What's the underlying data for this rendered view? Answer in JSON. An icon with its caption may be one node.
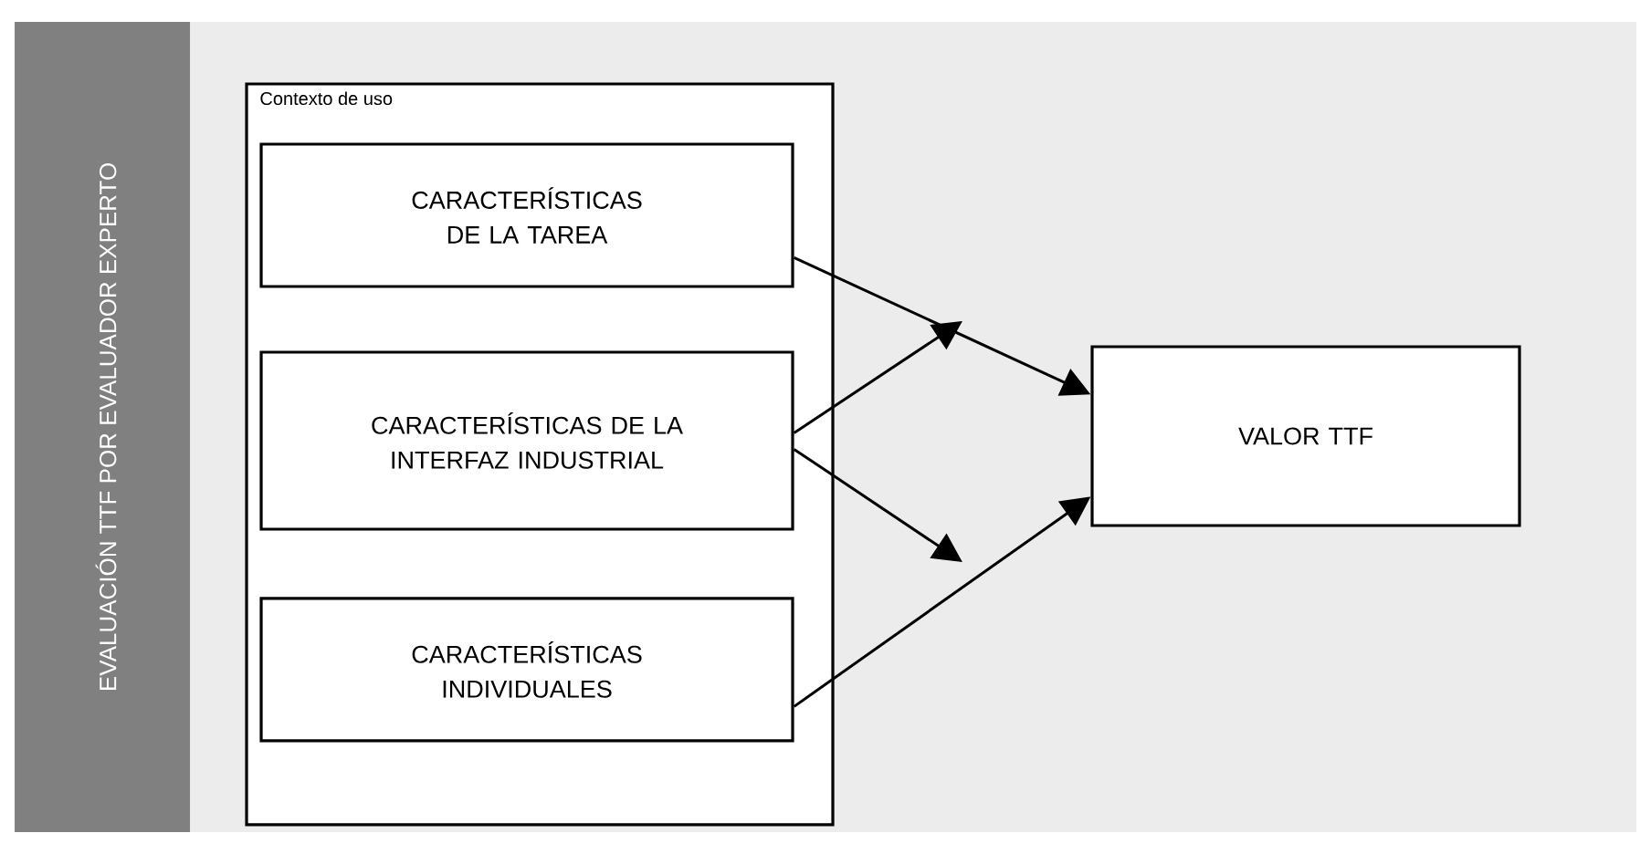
{
  "diagram": {
    "nodes": [
      {
        "text": [
          "EVALUACIÓN TTF POR EVALUADOR EXPERTO"
        ]
      },
      {
        "text": [
          "Contexto de uso"
        ]
      },
      {
        "text": [
          "CARACTERÍSTICAS DE LA TAREA"
        ],
        "in": 1
      },
      {
        "text": [
          "CARACTERÍSTICAS DE LA INTERFAZ INDUSTRIAL"
        ],
        "in": 1
      },
      {
        "text": [
          "CARACTERÍSTICAS INDIVIDUALES"
        ],
        "in": 1
      },
      {
        "text": [
          "VALOR TTF"
        ]
      }
    ],
    "edges": [
      {
        "from": 2,
        "to": 5,
        "arrow": "to"
      },
      {
        "from": 3,
        "to": null,
        "arrow": "to"
      },
      {
        "from": 3,
        "to": null,
        "arrow": "to"
      },
      {
        "from": 4,
        "to": 5,
        "arrow": "to"
      }
    ]
  }
}
